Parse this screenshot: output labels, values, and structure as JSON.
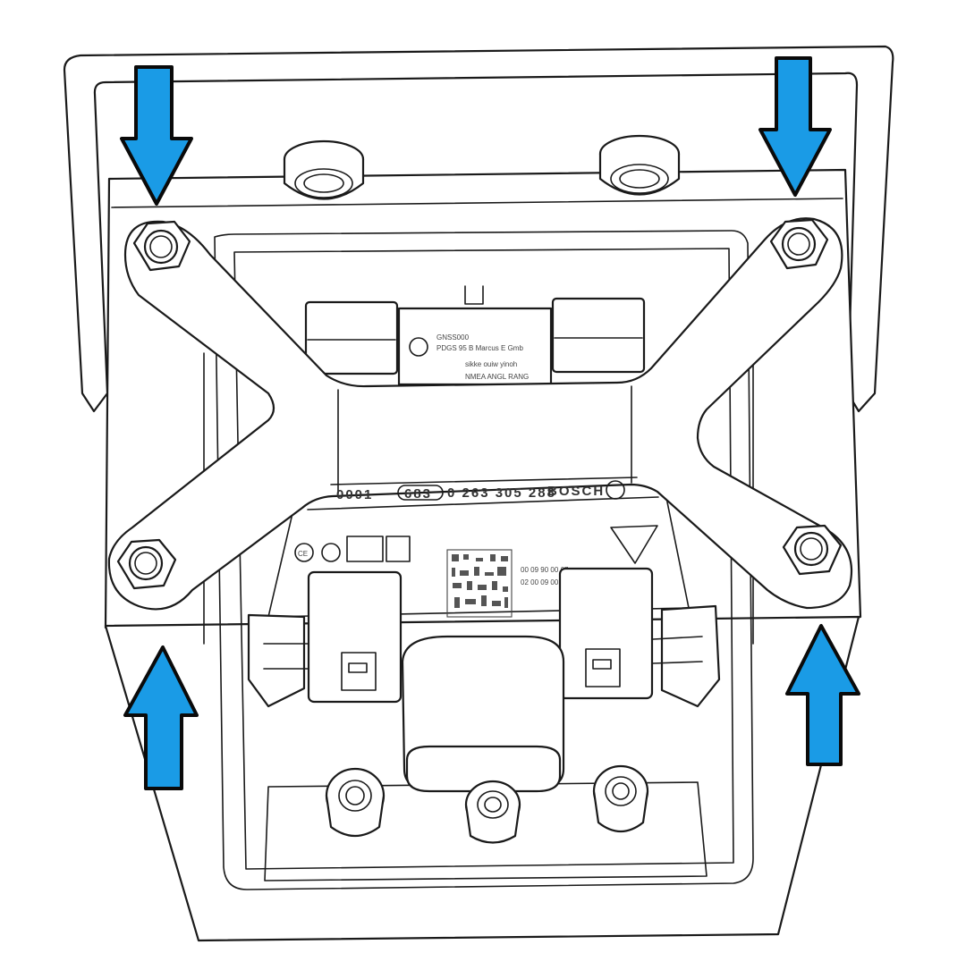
{
  "diagram": {
    "arrow_color": "#1a9be6",
    "arrows": [
      {
        "name": "arrow-top-left-down",
        "direction": "down"
      },
      {
        "name": "arrow-top-right-down",
        "direction": "down"
      },
      {
        "name": "arrow-bottom-left-up",
        "direction": "up"
      },
      {
        "name": "arrow-bottom-right-up",
        "direction": "up"
      }
    ],
    "product_label": {
      "brand": "BOSCH",
      "part_number": "0 263 305 288",
      "oval_code": "683",
      "prefix_code": "0001"
    }
  }
}
